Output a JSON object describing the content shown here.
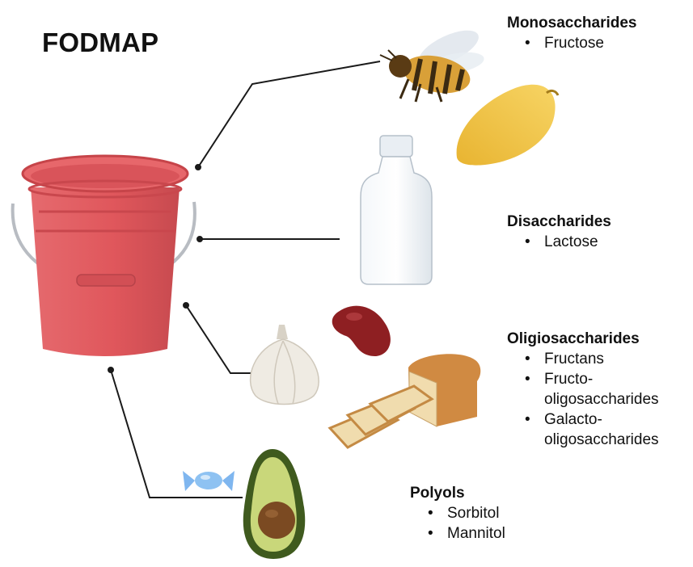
{
  "title": "FODMAP",
  "groups": {
    "monosaccharides": {
      "heading": "Monosaccharides",
      "items": [
        "Fructose"
      ]
    },
    "disaccharides": {
      "heading": "Disaccharides",
      "items": [
        "Lactose"
      ]
    },
    "oligosaccharides": {
      "heading": "Oligiosaccharides",
      "items": [
        "Fructans",
        "Fructo-",
        "oligosaccharides",
        "Galacto-",
        "oligosaccharides"
      ]
    },
    "polyols": {
      "heading": "Polyols",
      "items": [
        "Sorbitol",
        "Mannitol"
      ]
    }
  },
  "icons": [
    "bucket-icon",
    "bee-icon",
    "mango-icon",
    "milk-bottle-icon",
    "kidney-bean-icon",
    "garlic-icon",
    "bread-icon",
    "candy-icon",
    "avocado-icon"
  ],
  "colors": {
    "bucket": "#e0575c",
    "bucket_dark": "#c9474d",
    "line": "#1a1a1a",
    "mango": "#f2c243",
    "bean": "#8e1f22",
    "avocado_skin": "#3f5a1e",
    "avocado_flesh": "#c9d77a",
    "candy": "#7fb6ef"
  }
}
